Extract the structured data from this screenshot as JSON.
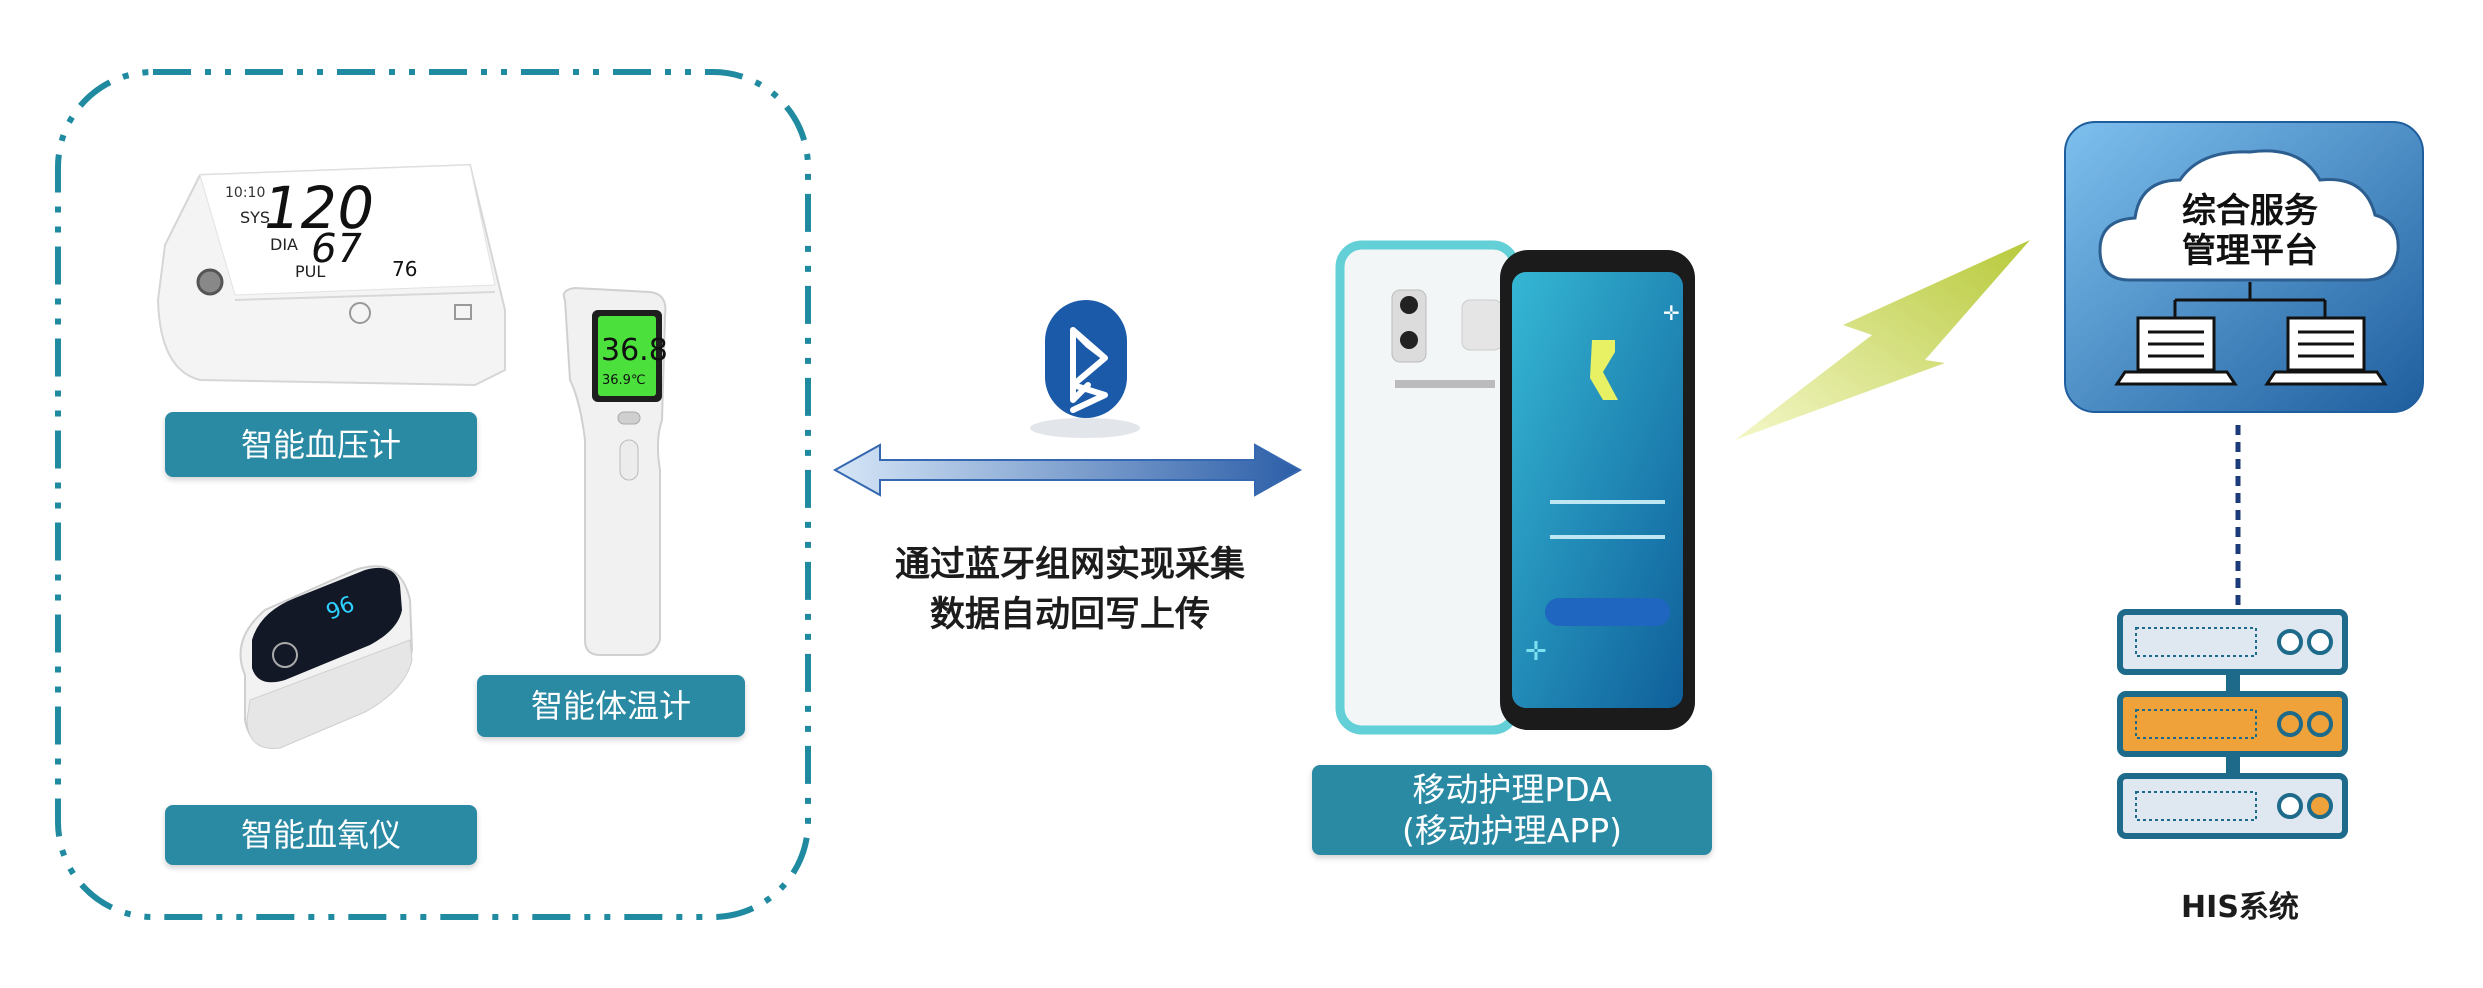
{
  "devices_group": {
    "bp_monitor": {
      "label": "智能血压计",
      "screen_labels": [
        "SYS",
        "DIA",
        "PUL"
      ],
      "readings": [
        "120",
        "67",
        "76"
      ],
      "time": "10:10"
    },
    "thermometer": {
      "label": "智能体温计",
      "reading": "36.8",
      "sub_reading": "36.9℃"
    },
    "oximeter": {
      "label": "智能血氧仪",
      "reading": "96"
    }
  },
  "connection": {
    "caption_line1": "通过蓝牙组网实现采集",
    "caption_line2": "数据自动回写上传"
  },
  "pda": {
    "label_line1": "移动护理PDA",
    "label_line2": "(移动护理APP)"
  },
  "cloud": {
    "line1": "综合服务",
    "line2": "管理平台"
  },
  "his": {
    "label": "HIS系统"
  },
  "colors": {
    "tag": "#2a8aa3",
    "dash_border": "#1f8aa0",
    "arrow": "#3568b0",
    "bluetooth": "#1b5aa8",
    "lightning": "#c9d84a",
    "cloud_panel": "#3b86c6",
    "server_top": "#1e6a8a",
    "server_mid": "#f0a23a",
    "server_bottom": "#1e6a8a"
  }
}
